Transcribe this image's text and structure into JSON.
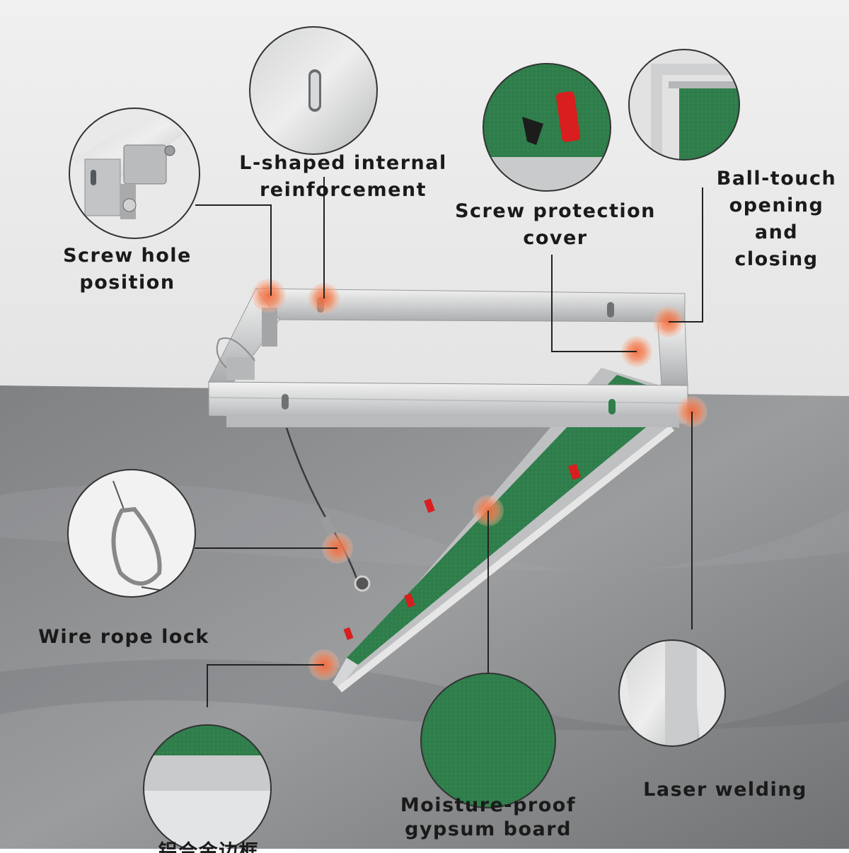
{
  "colors": {
    "wall": "#ececec",
    "floor": "#8e9092",
    "aluminum": "#d8d9da",
    "board_green": "#2e7d4a",
    "marker_orange": "#f08050",
    "screw_cap_red": "#d81e1e"
  },
  "callouts": {
    "screw_hole": {
      "text": "Screw hole position",
      "icon": "hinge-closeup"
    },
    "l_shaped": {
      "line1": "L-shaped internal",
      "line2": "reinforcement",
      "icon": "slot-closeup"
    },
    "screw_cover": {
      "line1": "Screw protection",
      "line2": "cover",
      "icon": "screw-and-cap-closeup"
    },
    "ball_touch": {
      "line1": "Ball-touch",
      "line2": "opening and",
      "line3": "closing",
      "icon": "corner-closeup"
    },
    "wire_rope": {
      "text": "Wire rope lock",
      "icon": "carabiner-closeup"
    },
    "moisture": {
      "line1": "Moisture-proof",
      "line2": "gypsum board",
      "icon": "green-board-closeup"
    },
    "laser": {
      "text": "Laser welding",
      "icon": "profile-closeup"
    },
    "bottom_cut": {
      "text": "铝合金边框",
      "icon": "board-edge-closeup"
    }
  }
}
